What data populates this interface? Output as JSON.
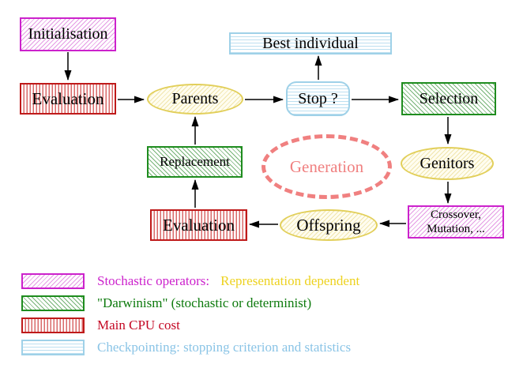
{
  "diagram": {
    "nodes": {
      "initialisation": {
        "label": "Initialisation"
      },
      "evaluation_top": {
        "label": "Evaluation"
      },
      "parents": {
        "label": "Parents"
      },
      "best_individual": {
        "label": "Best individual"
      },
      "stop": {
        "label": "Stop ?"
      },
      "selection": {
        "label": "Selection"
      },
      "genitors": {
        "label": "Genitors"
      },
      "crossover_mutation": {
        "line1": "Crossover,",
        "line2": "Mutation, ..."
      },
      "offspring": {
        "label": "Offspring"
      },
      "evaluation_bottom": {
        "label": "Evaluation"
      },
      "replacement": {
        "label": "Replacement"
      },
      "generation": {
        "label": "Generation"
      }
    },
    "legend": {
      "items": [
        {
          "swatch": "magenta-diagonal-hatch",
          "label": "Stochastic operators:",
          "label_secondary": "Representation dependent"
        },
        {
          "swatch": "green-diagonal-hatch",
          "label": "\"Darwinism\" (stochastic or determinist)"
        },
        {
          "swatch": "red-vertical-stripes",
          "label": "Main CPU cost"
        },
        {
          "swatch": "blue-horizontal-stripes",
          "label": "Checkpointing: stopping criterion and statistics"
        }
      ]
    },
    "colors": {
      "magenta": "#cc22cc",
      "green": "#1e8c1e",
      "green_text": "#0d7a0d",
      "red": "#bf1a1a",
      "red_text": "#c40824",
      "blue": "#9fd1e8",
      "blue_text": "#8ac4e6",
      "yellow_border": "#e2cf5a",
      "yellow_text": "#edd21f",
      "salmon": "#f08080",
      "black": "#000000"
    }
  }
}
